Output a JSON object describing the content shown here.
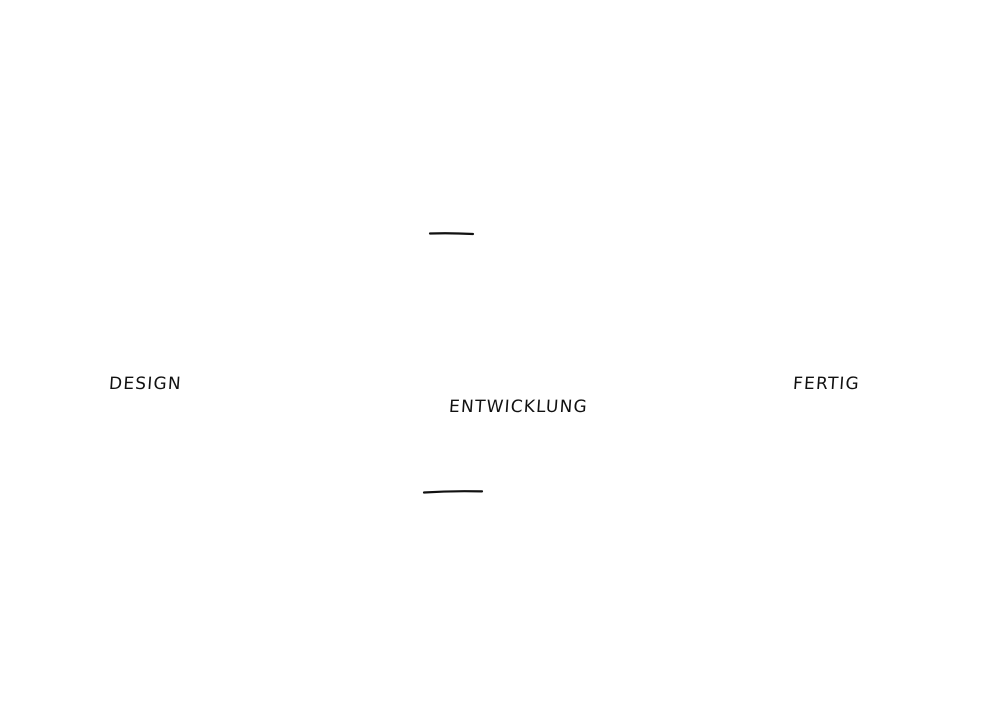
{
  "diagram": {
    "stages": [
      {
        "label": "DESIGN"
      },
      {
        "label": "ENTWICKLUNG"
      },
      {
        "label": "FERTIG"
      }
    ],
    "ink_color": "#111111",
    "background_color": "#ffffff"
  }
}
